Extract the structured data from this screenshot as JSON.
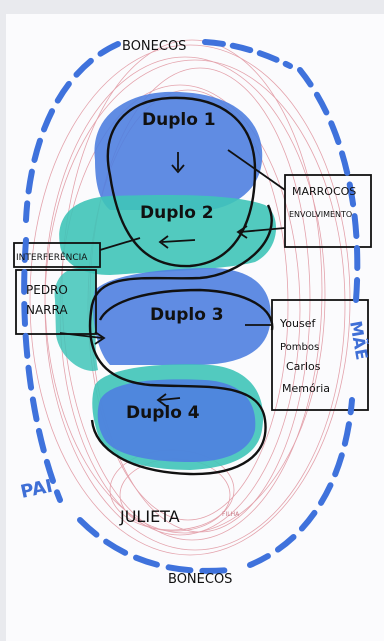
{
  "labels": {
    "bonecos_top": "BONECOS",
    "bonecos_bottom": "BONECOS",
    "pai": "PAI",
    "mae": "MÃE",
    "duplo1": "Duplo 1",
    "duplo2": "Duplo 2",
    "duplo3": "Duplo 3",
    "duplo4": "Duplo 4",
    "julieta": "JULIETA",
    "julieta_note": "FILHA"
  },
  "boxes": {
    "marrocos": [
      "MARROCOS",
      "ENVOLVIMENTO"
    ],
    "interferencia": "INTERFERÊNCIA",
    "pedro_narra": [
      "PEDRO",
      "NARRA"
    ],
    "memoria": [
      "Yousef",
      "Pombos",
      "Carlos",
      "Memória"
    ]
  },
  "colors": {
    "paper": "#fbfbfd",
    "blue_marker": "#4f7fe0",
    "teal_marker": "#3fc4b8",
    "pink_lines": "#d15b6a",
    "ink": "#111111",
    "dash_blue": "#3f72dc"
  }
}
